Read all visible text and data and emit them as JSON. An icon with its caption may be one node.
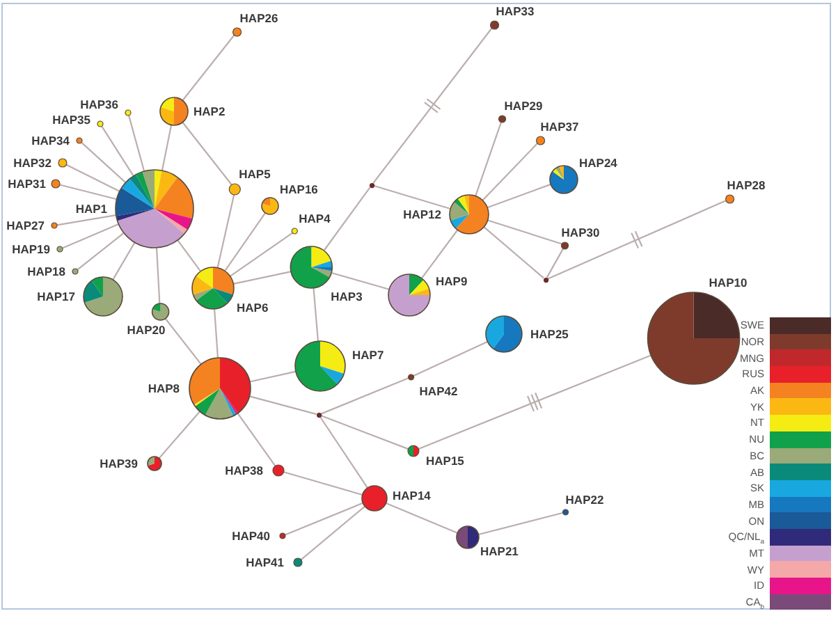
{
  "diagram": {
    "nodes": [
      {
        "text": [
          "HAP26"
        ]
      },
      {
        "text": [
          "HAP33"
        ]
      },
      {
        "text": [
          "HAP2"
        ]
      },
      {
        "text": [
          "HAP36"
        ]
      },
      {
        "text": [
          "HAP35"
        ]
      },
      {
        "text": [
          "HAP29"
        ]
      },
      {
        "text": [
          "HAP34"
        ]
      },
      {
        "text": [
          "HAP37"
        ]
      },
      {
        "text": [
          "HAP32"
        ]
      },
      {
        "text": [
          "HAP31"
        ]
      },
      {
        "text": [
          "HAP5"
        ]
      },
      {
        "text": [
          "HAP24"
        ]
      },
      {
        "text": [
          "HAP16"
        ]
      },
      {
        "text": [
          "HAP28"
        ]
      },
      {
        "text": [
          "HAP1"
        ]
      },
      {
        "text": [
          "HAP12"
        ]
      },
      {
        "text": [
          "HAP4"
        ]
      },
      {
        "text": [
          "HAP27"
        ]
      },
      {
        "text": [
          "HAP30"
        ]
      },
      {
        "text": [
          "HAP19"
        ]
      },
      {
        "text": [
          "HAP3"
        ]
      },
      {
        "text": [
          "HAP18"
        ]
      },
      {
        "text": [
          "HAP6"
        ]
      },
      {
        "text": [
          "HAP9"
        ]
      },
      {
        "text": [
          "HAP17"
        ]
      },
      {
        "text": [
          "HAP20"
        ]
      },
      {
        "text": [
          "HAP10"
        ]
      },
      {
        "text": [
          "HAP7"
        ]
      },
      {
        "text": [
          "HAP25"
        ]
      },
      {
        "text": [
          "HAP8"
        ]
      },
      {
        "text": [
          "HAP42"
        ]
      },
      {
        "text": [
          "HAP39"
        ]
      },
      {
        "text": [
          "HAP15"
        ]
      },
      {
        "text": [
          "HAP38"
        ]
      },
      {
        "text": [
          "HAP14"
        ]
      },
      {
        "text": [
          "HAP22"
        ]
      },
      {
        "text": [
          "HAP40"
        ]
      },
      {
        "text": [
          "HAP21"
        ]
      },
      {
        "text": [
          "HAP41"
        ]
      },
      {
        "text": [],
        "shape": "circle"
      },
      {
        "text": [],
        "shape": "circle"
      },
      {
        "text": [],
        "shape": "circle"
      }
    ],
    "edges": [
      {
        "from": 0,
        "to": 2,
        "arrow": "none"
      },
      {
        "from": 2,
        "to": 14,
        "arrow": "none"
      },
      {
        "from": 2,
        "to": 10,
        "arrow": "none"
      },
      {
        "from": 14,
        "to": 3,
        "arrow": "none"
      },
      {
        "from": 14,
        "to": 4,
        "arrow": "none"
      },
      {
        "from": 14,
        "to": 6,
        "arrow": "none"
      },
      {
        "from": 14,
        "to": 8,
        "arrow": "none"
      },
      {
        "from": 14,
        "to": 9,
        "arrow": "none"
      },
      {
        "from": 14,
        "to": 17,
        "arrow": "none"
      },
      {
        "from": 14,
        "to": 19,
        "arrow": "none"
      },
      {
        "from": 14,
        "to": 21,
        "arrow": "none"
      },
      {
        "from": 14,
        "to": 24,
        "arrow": "none"
      },
      {
        "from": 14,
        "to": 25,
        "arrow": "none"
      },
      {
        "from": 14,
        "to": 22,
        "arrow": "none"
      },
      {
        "from": 10,
        "to": 22,
        "arrow": "none"
      },
      {
        "from": 22,
        "to": 12,
        "arrow": "none"
      },
      {
        "from": 22,
        "to": 16,
        "arrow": "none"
      },
      {
        "from": 22,
        "to": 20,
        "arrow": "none"
      },
      {
        "from": 22,
        "to": 29,
        "arrow": "none"
      },
      {
        "from": 25,
        "to": 29,
        "arrow": "none"
      },
      {
        "from": 20,
        "to": 39,
        "arrow": "none"
      },
      {
        "from": 39,
        "to": 1,
        "arrow": "none"
      },
      {
        "from": 39,
        "to": 15,
        "arrow": "none"
      },
      {
        "from": 20,
        "to": 23,
        "arrow": "none"
      },
      {
        "from": 20,
        "to": 27,
        "arrow": "none"
      },
      {
        "from": 23,
        "to": 15,
        "arrow": "none"
      },
      {
        "from": 15,
        "to": 5,
        "arrow": "none"
      },
      {
        "from": 15,
        "to": 7,
        "arrow": "none"
      },
      {
        "from": 15,
        "to": 11,
        "arrow": "none"
      },
      {
        "from": 15,
        "to": 18,
        "arrow": "none"
      },
      {
        "from": 15,
        "to": 40,
        "arrow": "none"
      },
      {
        "from": 40,
        "to": 18,
        "arrow": "none"
      },
      {
        "from": 40,
        "to": 13,
        "arrow": "none"
      },
      {
        "from": 29,
        "to": 27,
        "arrow": "none"
      },
      {
        "from": 29,
        "to": 31,
        "arrow": "none"
      },
      {
        "from": 29,
        "to": 33,
        "arrow": "none"
      },
      {
        "from": 29,
        "to": 41,
        "arrow": "none"
      },
      {
        "from": 41,
        "to": 30,
        "arrow": "none"
      },
      {
        "from": 30,
        "to": 28,
        "arrow": "none"
      },
      {
        "from": 41,
        "to": 32,
        "arrow": "none"
      },
      {
        "from": 32,
        "to": 26,
        "arrow": "none"
      },
      {
        "from": 41,
        "to": 34,
        "arrow": "none"
      },
      {
        "from": 33,
        "to": 34,
        "arrow": "none"
      },
      {
        "from": 34,
        "to": 36,
        "arrow": "none"
      },
      {
        "from": 34,
        "to": 38,
        "arrow": "none"
      },
      {
        "from": 34,
        "to": 37,
        "arrow": "none"
      },
      {
        "from": 37,
        "to": 35,
        "arrow": "none"
      }
    ],
    "legend": [
      {
        "text": "SWE",
        "color": "#4a2b27"
      },
      {
        "text": "NOR",
        "color": "#7e3b2c"
      },
      {
        "text": "MNG",
        "color": "#c0282c"
      },
      {
        "text": "RUS",
        "color": "#e8202a"
      },
      {
        "text": "AK",
        "color": "#f58220"
      },
      {
        "text": "YK",
        "color": "#fbb813"
      },
      {
        "text": "NT",
        "color": "#f5ec13"
      },
      {
        "text": "NU",
        "color": "#11a14a"
      },
      {
        "text": "BC",
        "color": "#9aaa78"
      },
      {
        "text": "AB",
        "color": "#0a8a7a"
      },
      {
        "text": "SK",
        "color": "#19a7e0"
      },
      {
        "text": "MB",
        "color": "#1678be"
      },
      {
        "text": "ON",
        "color": "#1a5a98"
      },
      {
        "text": "QC/NL$_{a}$",
        "color": "#2f2a7a"
      },
      {
        "text": "MT",
        "color": "#c5a0cf"
      },
      {
        "text": "WY",
        "color": "#f4a8a8"
      },
      {
        "text": "ID",
        "color": "#e8158a"
      },
      {
        "text": "CA$_{b}$",
        "color": "#7a4a78"
      }
    ]
  }
}
